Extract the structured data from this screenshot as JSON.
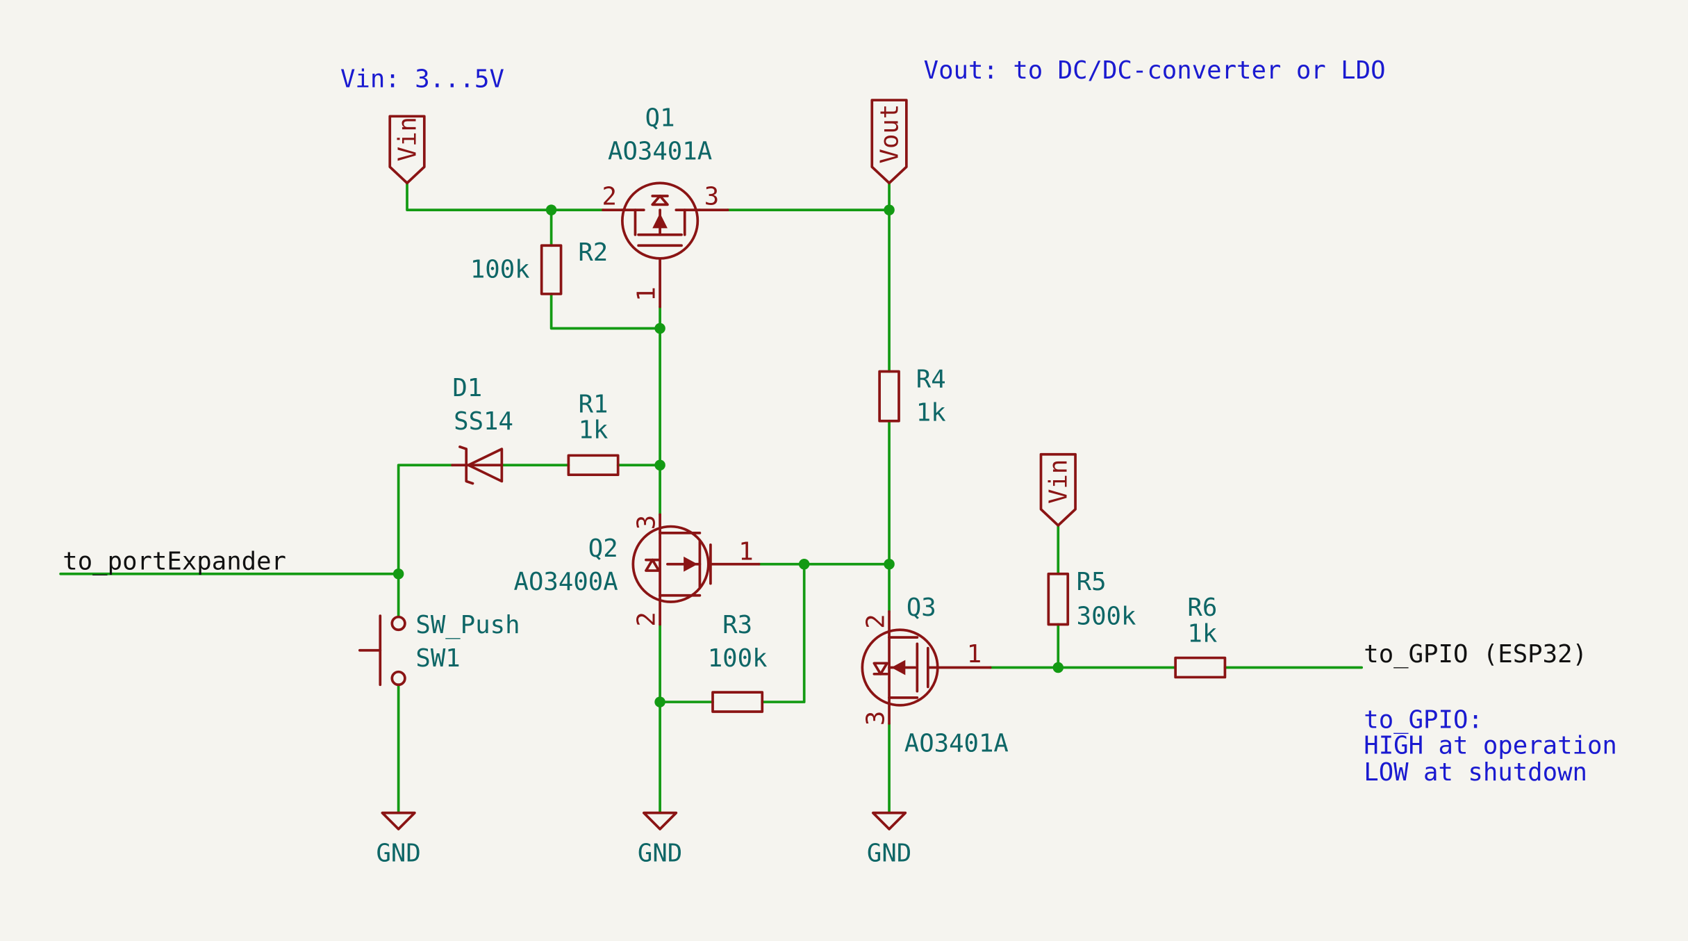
{
  "notes": {
    "vin_note": "Vin: 3...5V",
    "vout_note": "Vout: to DC/DC-converter or LDO",
    "gpio_note_1": "to_GPIO:",
    "gpio_note_2": "HIGH at operation",
    "gpio_note_3": "LOW at shutdown"
  },
  "ports": {
    "vin_top": "Vin",
    "vout_top": "Vout",
    "vin_right": "Vin",
    "gnd_1": "GND",
    "gnd_2": "GND",
    "gnd_3": "GND"
  },
  "labels": {
    "port_expander": "to_portExpander",
    "gpio": "to_GPIO (ESP32)"
  },
  "components": {
    "q1": {
      "ref": "Q1",
      "value": "AO3401A",
      "pin_left": "2",
      "pin_right": "3",
      "pin_bottom": "1"
    },
    "q2": {
      "ref": "Q2",
      "value": "AO3400A",
      "pin_top": "3",
      "pin_right": "1",
      "pin_bottom": "2"
    },
    "q3": {
      "ref": "Q3",
      "value": "AO3401A",
      "pin_top": "2",
      "pin_right": "1",
      "pin_bottom": "3"
    },
    "r1": {
      "ref": "R1",
      "value": "1k"
    },
    "r2": {
      "ref": "R2",
      "value": "100k"
    },
    "r3": {
      "ref": "R3",
      "value": "100k"
    },
    "r4": {
      "ref": "R4",
      "value": "1k"
    },
    "r5": {
      "ref": "R5",
      "value": "300k"
    },
    "r6": {
      "ref": "R6",
      "value": "1k"
    },
    "d1": {
      "ref": "D1",
      "value": "SS14"
    },
    "sw1": {
      "ref": "SW1",
      "value": "SW_Push"
    }
  },
  "colors": {
    "background": "#f5f4ef",
    "wire": "#139a13",
    "component": "#8a1414",
    "field_text": "#0e6666",
    "note_text": "#1a1ad0"
  }
}
